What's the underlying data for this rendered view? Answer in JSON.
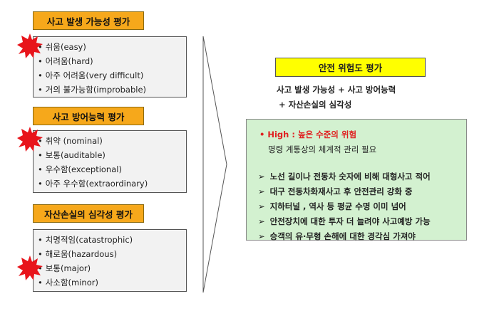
{
  "sections": [
    {
      "header": "사고 발생 가능성 평가",
      "items": [
        "쉬움(easy)",
        "어려움(hard)",
        "아주 어려움(very difficult)",
        "거의 불가능함(improbable)"
      ]
    },
    {
      "header": "사고 방어능력 평가",
      "items": [
        "취약 (nominal)",
        "보통(auditable)",
        "우수함(exceptional)",
        "아주 우수함(extraordinary)"
      ]
    },
    {
      "header": "자산손실의 심각성 평가",
      "items": [
        "치명적임(catastrophic)",
        "해로움(hazardous)",
        "보통(major)",
        "사소함(minor)"
      ]
    }
  ],
  "result": {
    "title": "안전 위험도 평가",
    "formula_line1": "사고 발생 가능성 + 사고 방어능력",
    "formula_line2": "+ 자산손실의 심각성",
    "level_label": "High : 높은 수준의 위험",
    "level_sub": "명령 계통상의 체계적 관리 필요",
    "bullets": [
      "노선 길이나 전동차 숫자에 비해 대형사고 적어",
      "대구 전동차화재사고 후 안전관리 강화 중",
      "지하터널 , 역사 등 평균 수명 이미 넘어",
      "안전장치에 대한 투자 더 늘려야 사고예방 가능",
      "승객의 유·무형 손해에 대한 경각심 가져야"
    ]
  },
  "colors": {
    "header_bg": "#f6a81b",
    "title_bg": "#ffff00",
    "result_bg": "#d3f1d0",
    "highlight": "#e02020",
    "marker": "#e8141b"
  }
}
